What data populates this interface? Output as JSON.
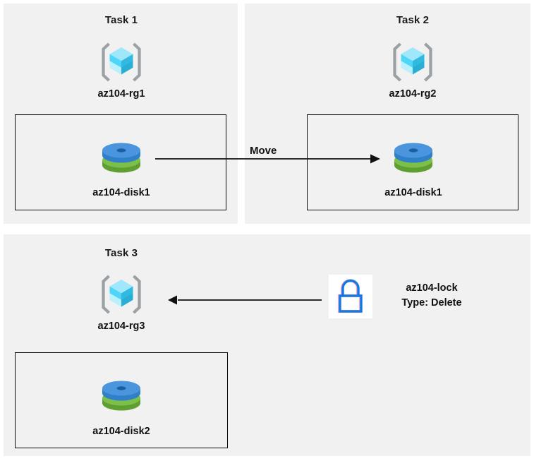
{
  "diagram": {
    "title_hidden": "",
    "panels": [
      {
        "id": "task1",
        "title": "Task 1"
      },
      {
        "id": "task2",
        "title": "Task 2"
      },
      {
        "id": "task3",
        "title": "Task 3"
      }
    ],
    "resource_groups": [
      {
        "id": "rg1",
        "label": "az104-rg1",
        "icon": "resource-group-icon",
        "panel": "task1"
      },
      {
        "id": "rg2",
        "label": "az104-rg2",
        "icon": "resource-group-icon",
        "panel": "task2"
      },
      {
        "id": "rg3",
        "label": "az104-rg3",
        "icon": "resource-group-icon",
        "panel": "task3"
      }
    ],
    "disks": [
      {
        "id": "disk1a",
        "label": "az104-disk1",
        "icon": "managed-disk-icon",
        "panel": "task1"
      },
      {
        "id": "disk1b",
        "label": "az104-disk1",
        "icon": "managed-disk-icon",
        "panel": "task2"
      },
      {
        "id": "disk2",
        "label": "az104-disk2",
        "icon": "managed-disk-icon",
        "panel": "task3"
      }
    ],
    "connectors": [
      {
        "id": "move",
        "label": "Move",
        "direction": "right",
        "from": "disk1a",
        "to": "disk1b"
      },
      {
        "id": "lock-applies-to-rg3",
        "label": "",
        "direction": "left",
        "from": "az104-lock",
        "to": "rg3"
      }
    ],
    "lock": {
      "icon": "lock-icon",
      "name": "az104-lock",
      "type_line": "Type: Delete"
    },
    "colors": {
      "panel_background": "#f1f1f1",
      "page_background": "#ffffff",
      "box_border": "#0d0d0d",
      "text": "#111111",
      "connector": "#111111",
      "rg_cube_top": "#9fe8fb",
      "rg_cube_left": "#4fd5f7",
      "rg_cube_right": "#32b9e0",
      "rg_cube_lower_left": "#b9f0fd",
      "rg_bracket": "#9aa0a3",
      "disk_blue_top": "#4a95dd",
      "disk_blue_side": "#2f7fc9",
      "disk_green_top": "#7cc04a",
      "disk_green_side": "#5f9e31",
      "lock_outline": "#0f7ae5",
      "lock_tile_background": "#ffffff"
    }
  }
}
